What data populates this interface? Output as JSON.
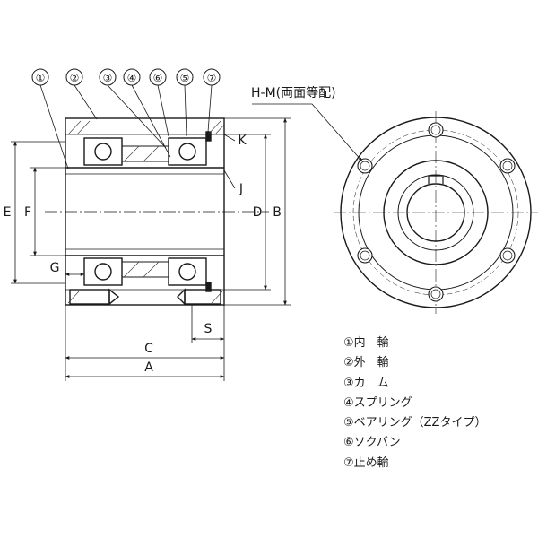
{
  "part_callouts": [
    "①",
    "②",
    "③",
    "④",
    "⑥",
    "⑤",
    "⑦"
  ],
  "dimension_labels": {
    "e": "E",
    "f": "F",
    "g": "G",
    "d": "D",
    "b": "B",
    "k": "K",
    "j": "J",
    "c": "C",
    "a": "A",
    "s": "S"
  },
  "hole_note": "H-M(両面等配)",
  "legend": [
    "①内　輪",
    "②外　輪",
    "③カ　ム",
    "④スプリング",
    "⑤ベアリング（ZZタイプ）",
    "⑥ソクバン",
    "⑦止め輪"
  ],
  "colors": {
    "line": "#1a1a1a",
    "hatch": "#3a3a3a",
    "fill": "#ffffff"
  }
}
